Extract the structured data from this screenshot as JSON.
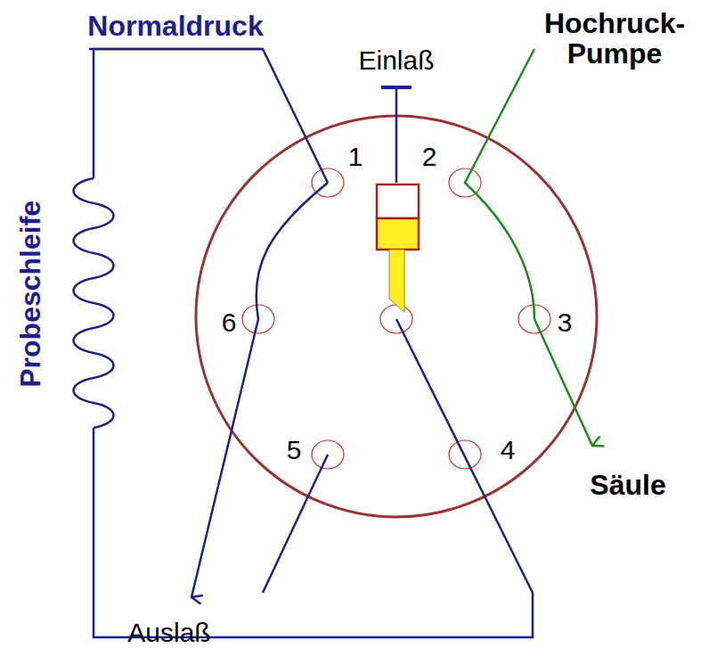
{
  "diagram": {
    "labels": [
      "Normaldruck",
      "Einlaß",
      "Hochruck- Pumpe",
      "1",
      "2",
      "6",
      "3",
      "5",
      "4",
      "Probeschleife",
      "Säule",
      "Auslaß"
    ]
  }
}
